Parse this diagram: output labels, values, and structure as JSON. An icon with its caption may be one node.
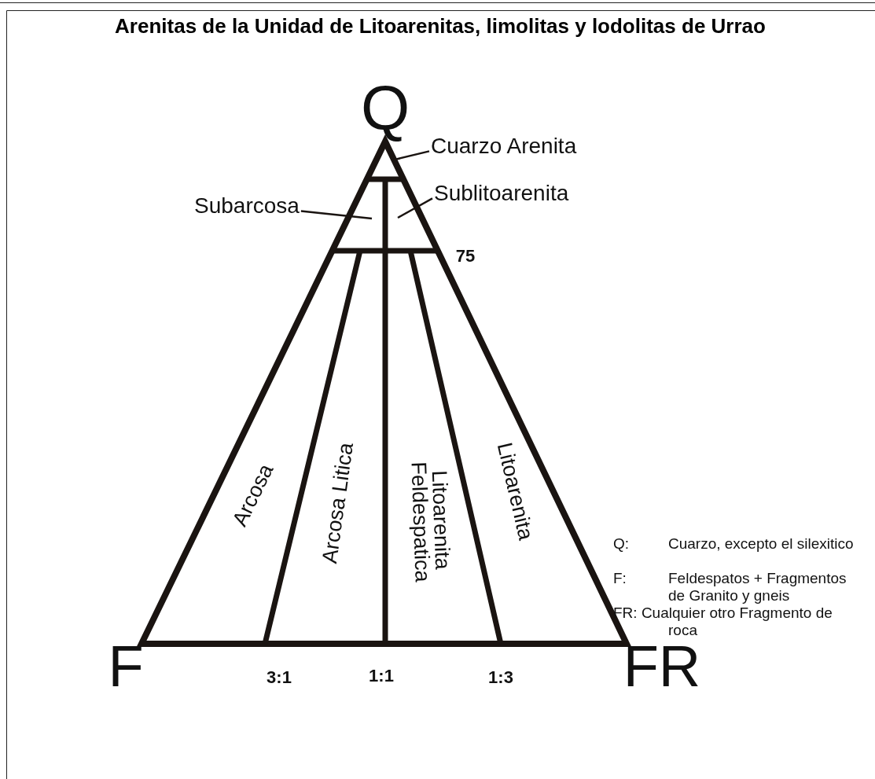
{
  "diagram": {
    "title": "Arenitas de la Unidad de Litoarenitas, limolitas y lodolitas de Urrao",
    "nodes": [
      {
        "text": [
          "Cuarzo Arenita"
        ]
      },
      {
        "text": [
          "Subarcosa"
        ]
      },
      {
        "text": [
          "Sublitoarenita"
        ]
      }
    ],
    "edges": [
      {
        "from": 0,
        "to": null,
        "arrow": "none"
      },
      {
        "from": 1,
        "to": null,
        "arrow": "none"
      },
      {
        "from": 2,
        "to": null,
        "arrow": "none"
      }
    ],
    "labels": [
      "Q",
      "75",
      "Arcosa",
      "Arcosa Litica",
      "Litoarenita Feldespatica",
      "Litoarenita",
      "Q:",
      "Cuarzo, excepto el silexitico",
      "F:",
      "Feldespatos + Fragmentos de Granito y gneis",
      "FR: Cualquier otro Fragmento de roca",
      "F",
      "3:1",
      "1:1",
      "1:3",
      "FR"
    ]
  }
}
